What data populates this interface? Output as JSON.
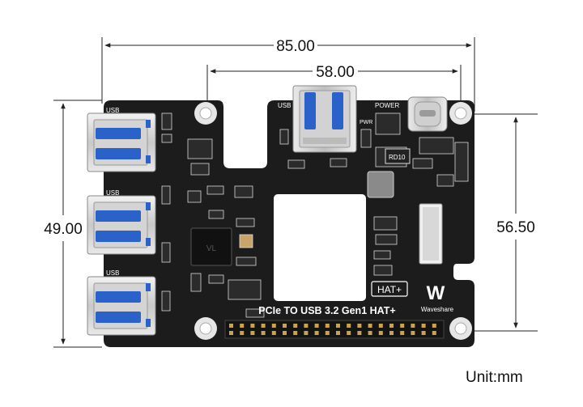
{
  "dimensions": {
    "top_width": "85.00",
    "inner_width": "58.00",
    "left_height": "49.00",
    "right_height": "56.50",
    "unit": "Unit:mm"
  },
  "board": {
    "title": "PCIe TO USB 3.2 Gen1 HAT+",
    "hat_badge": "HAT+",
    "brand": "Waveshare",
    "logo_mark": "W",
    "usb_label": "USB",
    "power_label": "POWER",
    "pwr_label": "PWR",
    "chip_label": "RD10"
  },
  "colors": {
    "pcb": "#1b1b1b",
    "silkscreen": "#ffffff",
    "usb_blue": "#2a62c9",
    "dimension_line": "#222222"
  }
}
